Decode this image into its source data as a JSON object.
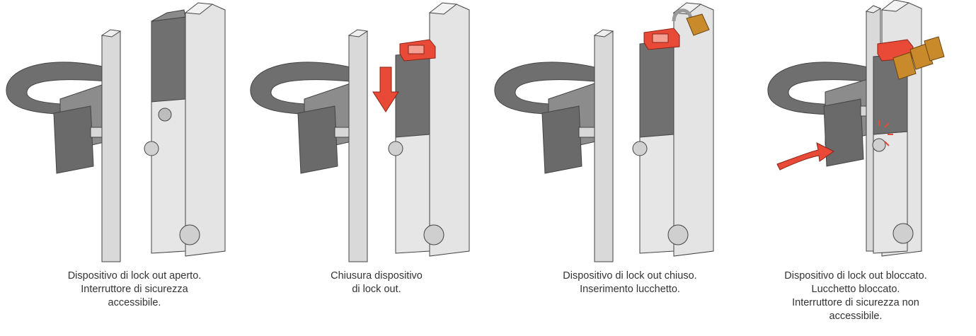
{
  "colors": {
    "metal_light": "#e6e6e6",
    "metal_mid": "#cfcfcf",
    "metal_dark": "#9a9a9a",
    "handle": "#6f6f6f",
    "handle_dark": "#575757",
    "cover": "#707070",
    "cover_light": "#8a8a8a",
    "outline": "#444444",
    "red_accent": "#e84a37",
    "padlock": "#c98a2b"
  },
  "panels": [
    {
      "id": "open",
      "caption_lines": [
        "Dispositivo di lock out aperto.",
        "Interruttore di sicurezza",
        "accessibile."
      ]
    },
    {
      "id": "closing",
      "caption_lines": [
        "Chiusura dispositivo",
        "di lock out."
      ]
    },
    {
      "id": "closed",
      "caption_lines": [
        "Dispositivo di lock out chiuso.",
        "Inserimento lucchetto."
      ]
    },
    {
      "id": "locked",
      "caption_lines": [
        "Dispositivo di lock out bloccato.",
        "Lucchetto bloccato.",
        "Interruttore di sicurezza non",
        "accessibile."
      ]
    }
  ]
}
